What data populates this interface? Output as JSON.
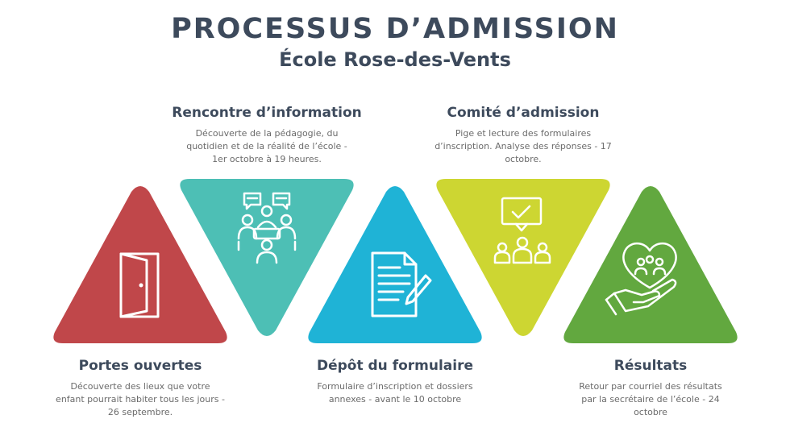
{
  "header": {
    "title": "PROCESSUS D’ADMISSION",
    "subtitle": "École Rose-des-Vents"
  },
  "steps": [
    {
      "title": "Portes ouvertes",
      "description": "Découverte des lieux que votre enfant pourrait habiter tous les jours - 26 septembre.",
      "color": "#c0474a",
      "icon": "door-icon"
    },
    {
      "title": "Rencontre d’information",
      "description": "Découverte de la pédagogie, du quotidien et de la réalité de l’école - 1er octobre à 19 heures.",
      "color": "#4dbfb5",
      "icon": "meeting-icon"
    },
    {
      "title": "Dépôt du formulaire",
      "description": "Formulaire d’inscription et dossiers annexes - avant le 10 octobre",
      "color": "#1fb3d6",
      "icon": "form-icon"
    },
    {
      "title": "Comité d’admission",
      "description": "Pige et lecture des formulaires d’inscription.  Analyse des réponses - 17 octobre.",
      "color": "#cdd632",
      "icon": "committee-icon"
    },
    {
      "title": "Résultats",
      "description": "Retour par courriel des résultats par la secrétaire de l’école - 24 octobre",
      "color": "#62a83f",
      "icon": "heart-hand-icon"
    }
  ]
}
